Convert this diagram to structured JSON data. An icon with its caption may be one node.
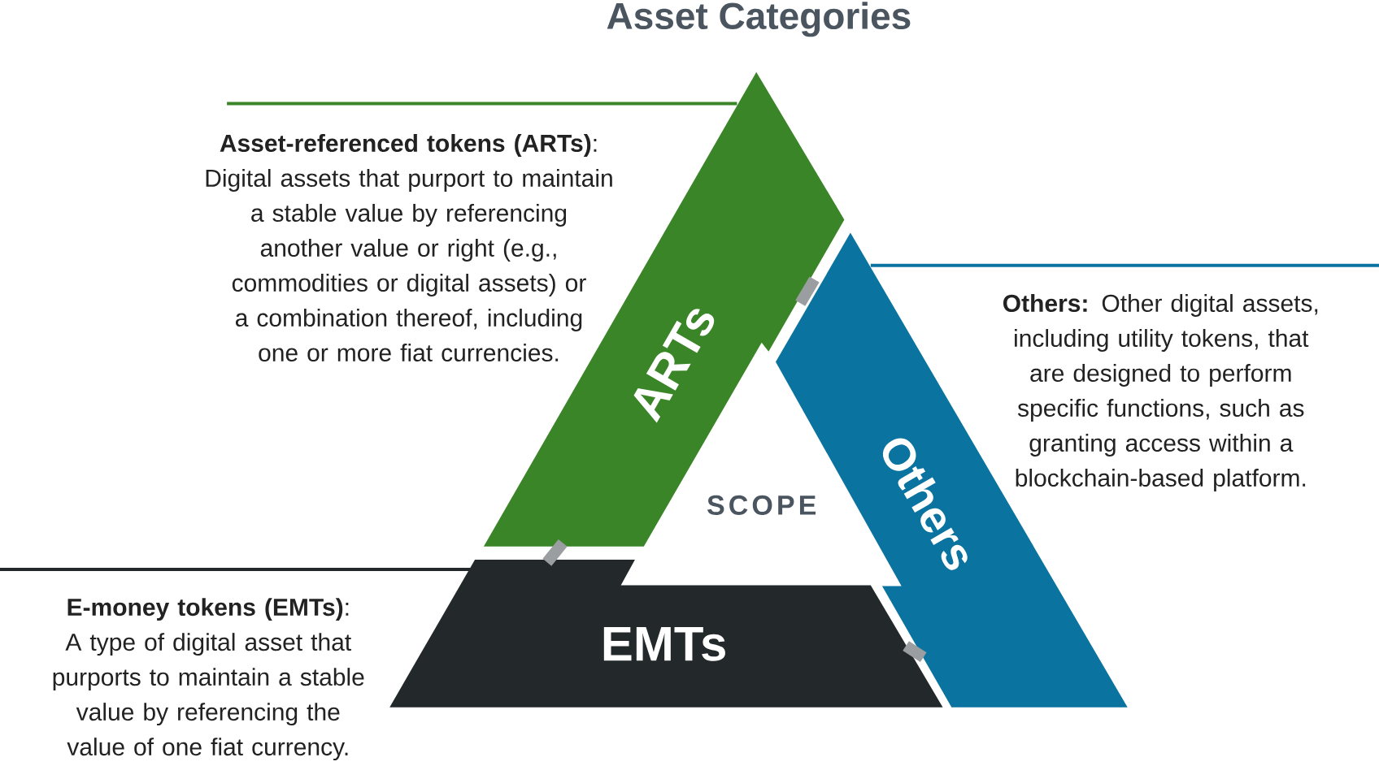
{
  "diagram": {
    "title": "Asset Categories",
    "nodes": [
      {
        "text": [
          "ARTs"
        ],
        "beside": [
          "**Asset-referenced tokens (ARTs)**: Digital assets that purport to maintain a stable value by referencing another value or right (e.g., commodities or digital assets) or a combination thereof, including one or more fiat currencies."
        ]
      },
      {
        "text": [
          "Others"
        ],
        "beside": [
          "**Others:** Other digital assets, including utility tokens, that are designed to perform specific functions, such as granting access within a blockchain-based platform."
        ]
      },
      {
        "text": [
          "EMTs"
        ],
        "beside": [
          "**E-money tokens (EMTs)**: A type of digital asset that purports to maintain a stable value by referencing the value of one fiat currency."
        ]
      }
    ],
    "edges": [
      {
        "from": 0,
        "to": 2,
        "arrow": "none"
      },
      {
        "from": 0,
        "to": 1,
        "arrow": "none"
      },
      {
        "from": 1,
        "to": 2,
        "arrow": "none"
      }
    ],
    "labels": [
      "SCOPE"
    ]
  }
}
